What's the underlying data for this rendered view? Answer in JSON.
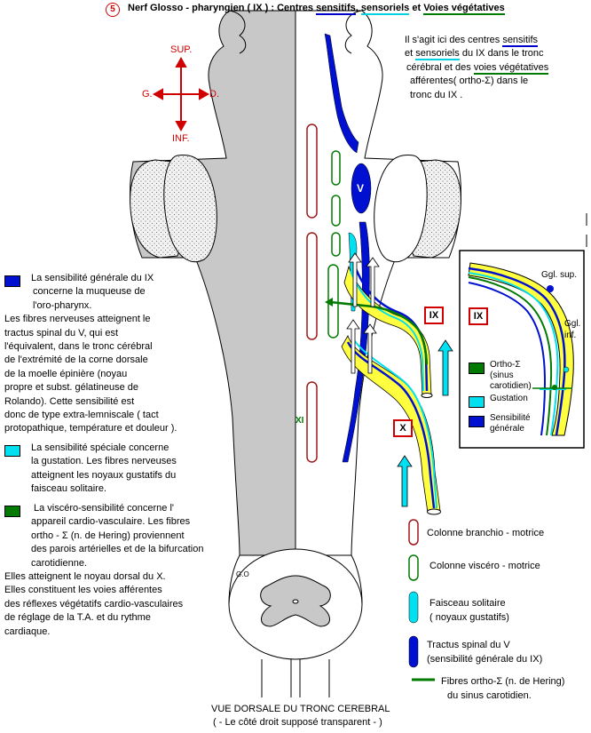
{
  "header": {
    "number": "5",
    "title_prefix": "Nerf Glosso - pharyngien ( IX ) :  Centres ",
    "title_sensitifs": "sensitifs",
    "title_comma": ", ",
    "title_sensoriels": "sensoriels",
    "title_et": " et ",
    "title_vegetatives": "Voies végétatives"
  },
  "intro": {
    "l1a": "Il s'agit ici des centres  ",
    "l1b": "sensitifs",
    "l2a": "et ",
    "l2b": "sensoriels",
    "l2c": " du IX   dans le tronc",
    "l3a": "cérébral  et des ",
    "l3b": "voies végétatives",
    "l4": "afférentes( ortho-Σ) dans le",
    "l5": "tronc du IX ."
  },
  "orientation": {
    "sup": "SUP.",
    "inf": "INF.",
    "left": "G.",
    "right": "D."
  },
  "labels": {
    "V": "V",
    "XI": "XI",
    "IX": "IX",
    "X": "X",
    "GO": "G.O"
  },
  "section1": {
    "lines": [
      "La sensibilité générale du IX",
      "concerne  la  muqueuse de",
      "l'oro-pharynx.",
      "Les fibres nerveuses atteignent  le",
      "tractus spinal du V, qui est",
      "l'équivalent, dans le tronc cérébral",
      "de l'extrémité de la corne dorsale",
      "de la moelle épinière (noyau",
      "propre et subst. gélatineuse de",
      "Rolando). Cette sensibilité est",
      "donc de type extra-lemniscale ( tact",
      "protopathique, température et douleur )."
    ]
  },
  "section2": {
    "lines": [
      "La sensibilité spéciale concerne",
      "la gustation. Les fibres nerveuses",
      "atteignent les noyaux gustatifs du",
      "faisceau solitaire."
    ]
  },
  "section3": {
    "lines": [
      "La viscéro-sensibilité concerne l'",
      "appareil cardio-vasculaire. Les fibres",
      "ortho - Σ   (n. de Hering)  proviennent",
      "des parois artérielles et de la bifurcation",
      "carotidienne.",
      "Elles atteignent le noyau dorsal du  X.",
      "Elles constituent les voies  afférentes",
      "des réflexes végétatifs cardio-vasculaires",
      "de réglage de la T.A. et du rythme",
      "cardiaque."
    ]
  },
  "inset": {
    "ggl_sup": "Ggl. sup.",
    "ggl_inf_1": "Ggl.",
    "ggl_inf_2": "inf.",
    "ix": "IX",
    "legend": [
      {
        "label": "Ortho-Σ\n(sinus\ncarotidien)",
        "color": "#007a00"
      },
      {
        "label": "Gustation",
        "color": "#00e0f0"
      },
      {
        "label": "Sensibilité\ngénérale",
        "color": "#0010d0"
      }
    ]
  },
  "legend": {
    "items": [
      "Colonne branchio - motrice",
      "Colonne viscéro - motrice",
      "Faisceau solitaire",
      "( noyaux gustatifs)",
      "Tractus spinal du V",
      "(sensibilité générale du IX)",
      "Fibres ortho-Σ (n. de Hering)",
      "du sinus carotidien."
    ]
  },
  "footer": {
    "line1": "VUE DORSALE DU TRONC CEREBRAL",
    "line2": "( - Le côté droit supposé transparent - )"
  },
  "colors": {
    "red": "#d00000",
    "blue": "#0010d0",
    "cyan": "#00e0f0",
    "green": "#007a00",
    "yellow": "#ffff40",
    "grey": "#c8c8c8",
    "brown": "#a01818"
  }
}
